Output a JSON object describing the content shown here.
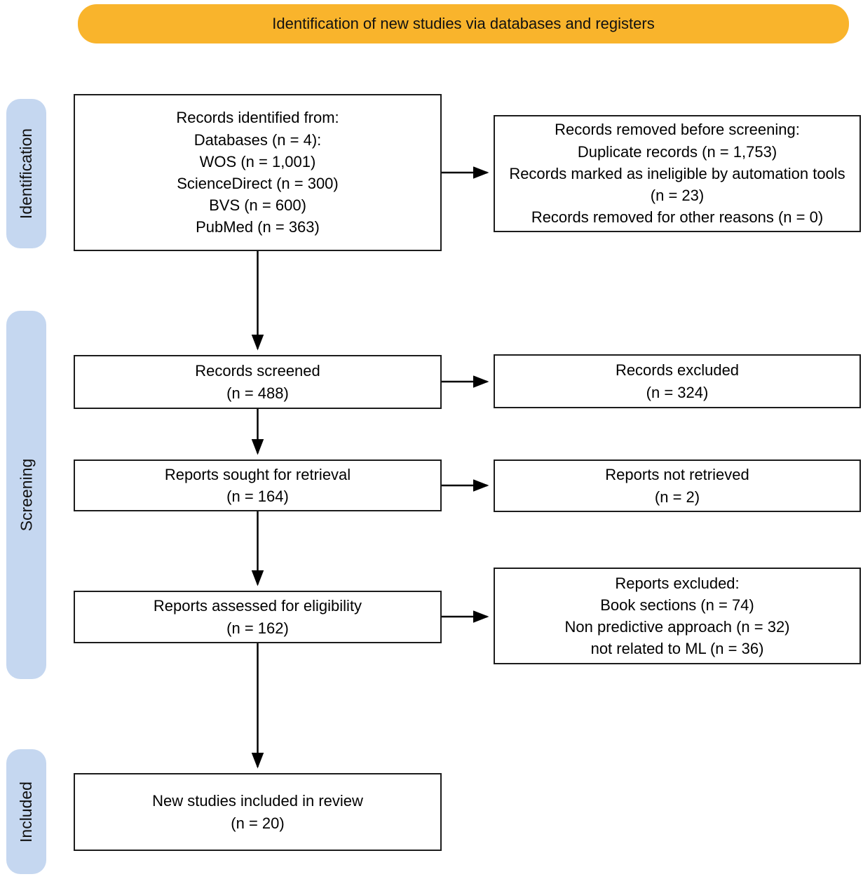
{
  "banner": {
    "label": "Identification of new studies via databases and registers"
  },
  "stages": [
    {
      "id": "identification",
      "label": "Identification"
    },
    {
      "id": "screening",
      "label": "Screening"
    },
    {
      "id": "included",
      "label": "Included"
    }
  ],
  "boxes": {
    "records_identified": {
      "lines": [
        "Records identified from:",
        "Databases (n = 4):",
        "WOS (n = 1,001)",
        "ScienceDirect (n = 300)",
        "BVS (n = 600)",
        "PubMed (n = 363)"
      ]
    },
    "records_removed": {
      "lines": [
        "Records removed before screening:",
        "Duplicate records (n = 1,753)",
        "Records marked as ineligible by automation tools (n = 23)",
        "Records removed for other reasons (n = 0)"
      ]
    },
    "records_screened": {
      "lines": [
        "Records screened",
        "(n = 488)"
      ]
    },
    "records_excluded": {
      "lines": [
        "Records excluded",
        "(n = 324)"
      ]
    },
    "reports_sought": {
      "lines": [
        "Reports sought for retrieval",
        "(n = 164)"
      ]
    },
    "reports_not_retrieved": {
      "lines": [
        "Reports not retrieved",
        "(n = 2)"
      ]
    },
    "reports_assessed": {
      "lines": [
        "Reports assessed for eligibility",
        "(n = 162)"
      ]
    },
    "reports_excluded": {
      "lines": [
        "Reports excluded:",
        "Book sections (n = 74)",
        "Non predictive approach (n = 32)",
        "not related to ML (n = 36)"
      ]
    },
    "new_studies": {
      "lines": [
        "New studies included in review",
        "(n = 20)"
      ]
    }
  },
  "colors": {
    "banner_bg": "#F9B42C",
    "stage_bg": "#C5D7F0",
    "box_border": "#1C1C1C",
    "arrow": "#000000",
    "text": "#000000",
    "background": "#FFFFFF"
  }
}
